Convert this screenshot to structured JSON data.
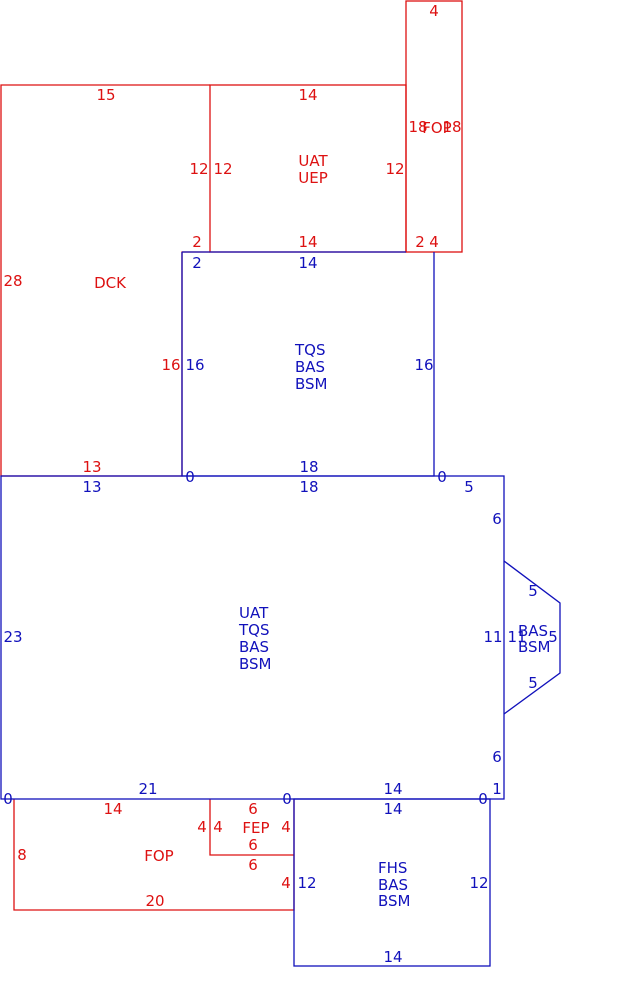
{
  "colors": {
    "red": "#dd1111",
    "blue": "#1111bb"
  },
  "areas": {
    "fop_top": [
      "FOP"
    ],
    "uat_uep": [
      "UAT",
      "UEP"
    ],
    "dck": [
      "DCK"
    ],
    "tqs_upper": [
      "TQS",
      "BAS",
      "BSM"
    ],
    "main": [
      "UAT",
      "TQS",
      "BAS",
      "BSM"
    ],
    "bay": [
      "BAS",
      "BSM"
    ],
    "fep": [
      "FEP"
    ],
    "fop_bottom": [
      "FOP"
    ],
    "fhs": [
      "FHS",
      "BAS",
      "BSM"
    ]
  },
  "dims": {
    "fop_top_top": "4",
    "fop_top_left": "18",
    "fop_top_right": "18",
    "fop_top_bottom_a": "2",
    "fop_top_bottom_b": "4",
    "dck_top": "15",
    "dck_right": "12",
    "dck_step": "2",
    "dck_left": "28",
    "dck_inner": "16",
    "dck_bottom": "13",
    "uat_top": "14",
    "uat_left": "12",
    "uat_right": "12",
    "uat_bottom": "14",
    "tqs_top": "14",
    "tqs_step": "2",
    "tqs_left": "16",
    "tqs_right": "16",
    "tqs_bottom": "18",
    "tqs_corner_l": "0",
    "tqs_corner_r": "0",
    "main_top_left": "13",
    "main_top_mid": "18",
    "main_top_right": "5",
    "main_right_upper": "6",
    "main_right_mid": "11",
    "main_right_lower": "6",
    "main_right_foot": "1",
    "main_left": "23",
    "main_bottom_left": "21",
    "main_bottom_right": "14",
    "main_corner_bl": "0",
    "main_corner_bm": "0",
    "main_corner_br": "0",
    "bay_upper": "5",
    "bay_lower": "5",
    "bay_inner": "11",
    "bay_outer": "5",
    "fop_b_top": "14",
    "fop_b_left": "8",
    "fop_b_bottom": "20",
    "fop_b_right": "4",
    "fep_top": "6",
    "fep_left_out": "4",
    "fep_left_in": "4",
    "fep_right": "4",
    "fep_bottom_in": "6",
    "fep_bottom_out": "6",
    "fhs_top": "14",
    "fhs_left": "12",
    "fhs_right": "12",
    "fhs_bottom": "14"
  }
}
